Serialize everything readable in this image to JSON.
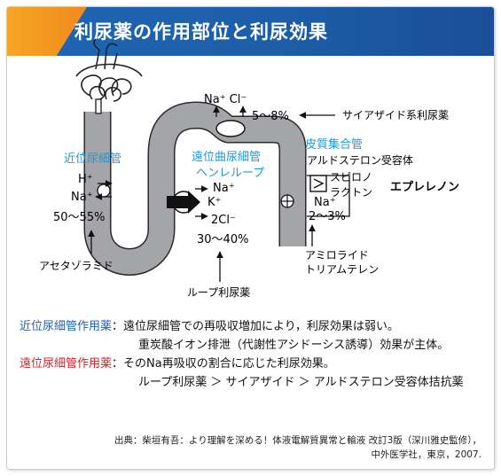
{
  "header": {
    "title": "利尿薬の作用部位と利尿効果",
    "colors": {
      "bar": "#1f66b3",
      "accent": "#f5a623"
    }
  },
  "diagram": {
    "colors": {
      "tubule": "#a4a5a9",
      "blue_label": "#1a9bd7"
    },
    "proximal": {
      "title": "近位尿細管",
      "ion1": "H⁺",
      "ion2": "Na⁺",
      "rate": "50～55%",
      "drug": "アセタゾラミド"
    },
    "loop": {
      "title1": "遠位曲尿細管",
      "title2": "ヘンレループ",
      "ion1": "Na⁺",
      "ion2": "K⁺",
      "ion3": "2Cl⁻",
      "rate": "30～40%",
      "drug": "ループ利尿薬"
    },
    "distal": {
      "ions": "Na⁺ Cl⁻",
      "rate": "5～8%",
      "drug": "サイアザイド系利尿薬"
    },
    "collecting": {
      "title": "皮質集合管",
      "receptor": "アルドステロン受容体",
      "drug1a": "スピロノ",
      "drug1b": "ラクトン",
      "drug2": "エプレレノン",
      "ion": "Na⁺",
      "rate": "2～3%",
      "drug3a": "アミロライド",
      "drug3b": "トリアムテレン"
    }
  },
  "notes": {
    "line1_label": "近位尿細管作用薬",
    "line1_text": "：遠位尿細管での再吸収増加により，利尿効果は弱い。",
    "line2_text": "重炭酸イオン排泄（代謝性アシドーシス誘導）効果が主体。",
    "line3_label": "遠位尿細管作用薬",
    "line3_text": "：そのNa再吸収の割合に応じた利尿効果。",
    "line4_text": "ループ利尿薬 ＞ サイアザイド ＞ アルドステロン受容体拮抗薬",
    "label_colors": {
      "proximal": "#1a63b0",
      "distal": "#d2232a"
    }
  },
  "source": {
    "line1": "出典：柴垣有吾：より理解を深める！体液電解質異常と輸液 改訂3版（深川雅史監修），",
    "line2": "中外医学社，東京，2007."
  }
}
